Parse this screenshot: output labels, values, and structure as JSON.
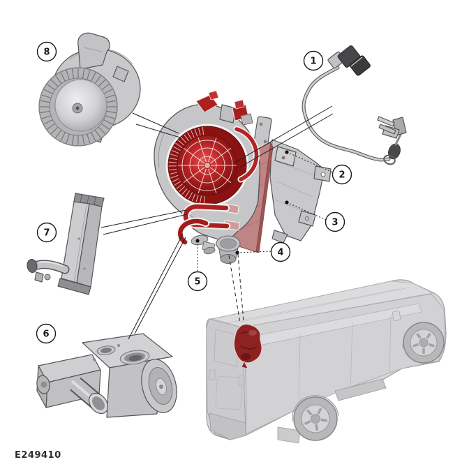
{
  "figure": {
    "code": "E249410",
    "callouts": [
      {
        "number": "1"
      },
      {
        "number": "2"
      },
      {
        "number": "3"
      },
      {
        "number": "4"
      },
      {
        "number": "5"
      },
      {
        "number": "6"
      },
      {
        "number": "7"
      },
      {
        "number": "8"
      }
    ],
    "colors": {
      "highlight_red": "#b22222",
      "highlight_red_dark": "#8c1212",
      "core_red_muted": "#c08484",
      "vehicle_location_red": "#8e2222",
      "part_gray": "#c9c9cb",
      "vehicle_gray": "#d2d2d4",
      "line_black": "#1a1a1a",
      "background": "#ffffff"
    }
  }
}
